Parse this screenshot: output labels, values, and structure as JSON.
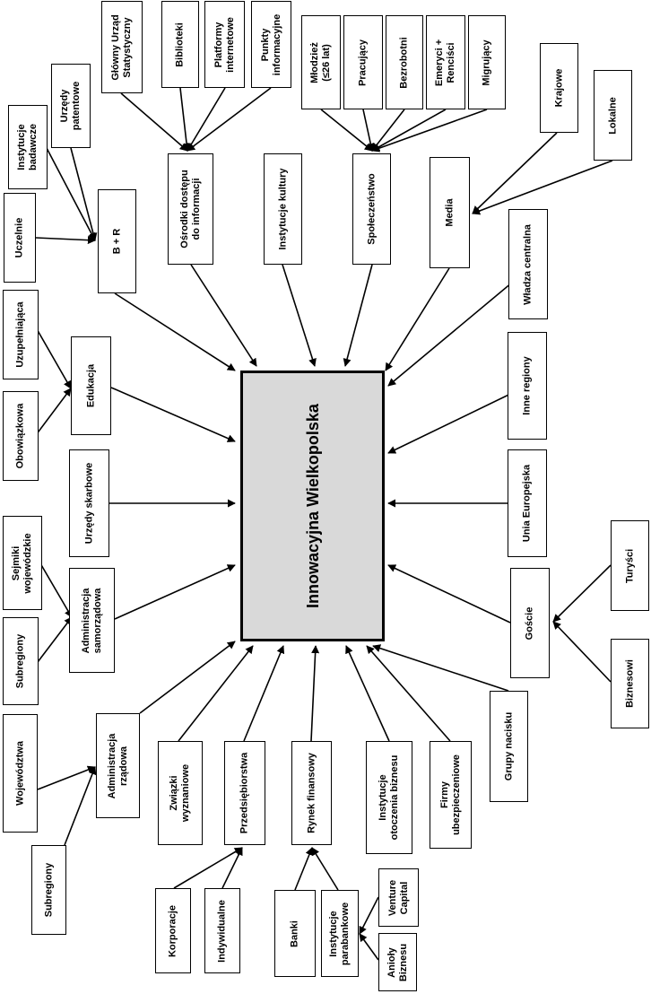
{
  "center": {
    "label": "Innowacyjna Wielkopolska"
  },
  "nodes": {
    "gus": "Główny Urząd\nStatystyczny",
    "biblioteki": "Biblioteki",
    "platformy": "Platformy\ninternetowe",
    "punkty": "Punkty\ninformacyjne",
    "mlodziez": "Młodzież\n(≤26 lat)",
    "pracujacy": "Pracujący",
    "bezrobotni": "Bezrobotni",
    "emeryci": "Emeryci +\nRenciści",
    "migrujacy": "Migrujący",
    "krajowe": "Krajowe",
    "lokalne": "Lokalne",
    "urzedy_patentowe": "Urzędy\npatentowe",
    "instytucje_badawcze": "Instytucje\nbadawcze",
    "uczelnie": "Uczelnie",
    "br": "B + R",
    "osrodki": "Ośrodki dostępu\ndo informacji",
    "kultura": "Instytucje kultury",
    "spoleczenstwo": "Społeczeństwo",
    "media": "Media",
    "wladza": "Władza centralna",
    "uzupelniajaca": "Uzupełniająca",
    "obowiazkowa": "Obowiązkowa",
    "edukacja": "Edukacja",
    "inne_regiony": "Inne regiony",
    "skarbowe": "Urzędy skarbowe",
    "ue": "Unia Europejska",
    "sejmiki": "Sejmiki\nwojewódzkie",
    "subregiony1": "Subregiony",
    "adm_samorzadowa": "Administracja\nsamorządowa",
    "turysci": "Turyści",
    "goscie": "Goście",
    "biznesowi": "Biznesowi",
    "adm_rzadowa": "Administracja\nrządowa",
    "wojewodztwa": "Województwa",
    "subregiony2": "Subregiony",
    "zwiazki": "Związki\nwyznaniowe",
    "przedsiebiorstwa": "Przedsiębiorstwa",
    "rynek": "Rynek finansowy",
    "otoczenie": "Instytucje\notoczenia biznesu",
    "firmy_ubezp": "Firmy\nubezpieczeniowe",
    "grupy": "Grupy nacisku",
    "korporacje": "Korporacje",
    "indywidualne": "Indywidualne",
    "banki": "Banki",
    "parabankowe": "Instytucje\nparabankowe",
    "venture": "Venture\nCapital",
    "anioly": "Anioły\nBiznesu"
  }
}
